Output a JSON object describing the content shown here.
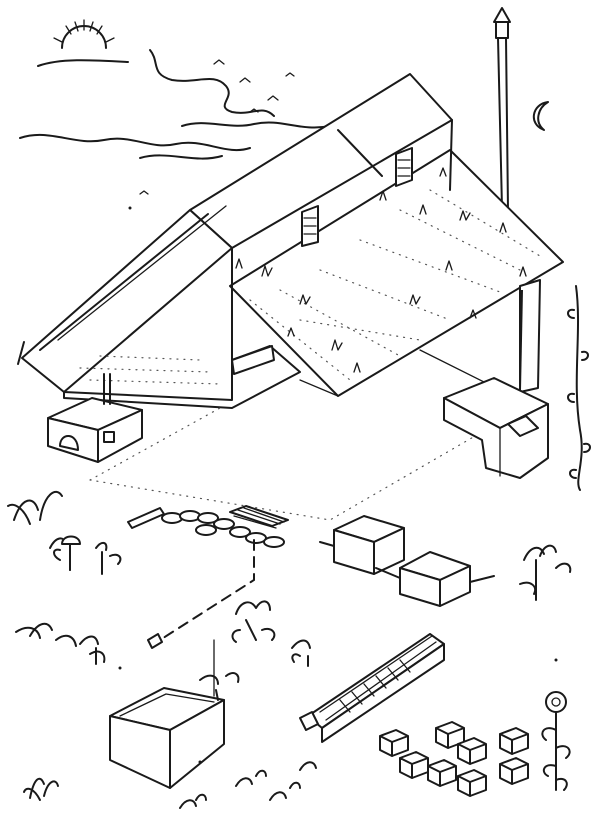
{
  "colors": {
    "ink": "#1a1a1a",
    "paper": "#ffffff"
  },
  "scene": {
    "elements": [
      {
        "name": "sun-icon"
      },
      {
        "name": "moon-icon"
      },
      {
        "name": "clouds"
      },
      {
        "name": "birds"
      },
      {
        "name": "chimney-pipe"
      },
      {
        "name": "greenhouse-roof"
      },
      {
        "name": "grass-covered-roof"
      },
      {
        "name": "cook-stove"
      },
      {
        "name": "drainage-grate"
      },
      {
        "name": "stone-path"
      },
      {
        "name": "water-tank"
      },
      {
        "name": "settling-boxes"
      },
      {
        "name": "buried-pipe"
      },
      {
        "name": "open-tank"
      },
      {
        "name": "planting-trough"
      },
      {
        "name": "seedling-blocks"
      },
      {
        "name": "plants"
      },
      {
        "name": "climbing-vine"
      },
      {
        "name": "sunflower-icon"
      }
    ]
  }
}
